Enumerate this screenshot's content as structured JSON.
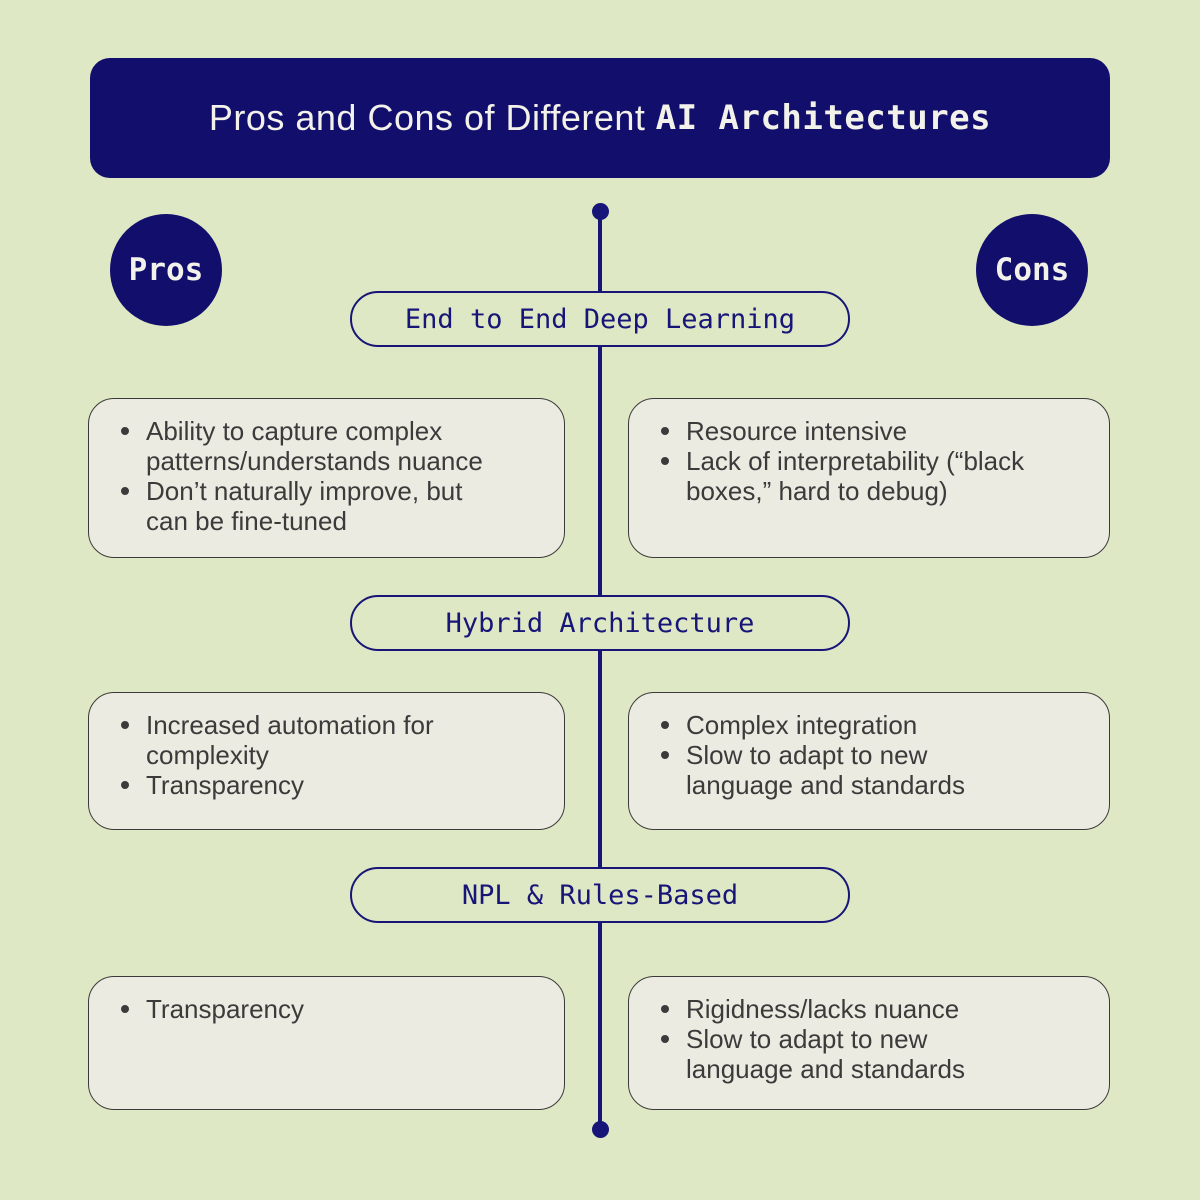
{
  "header": {
    "title_regular": "Pros and Cons of Different",
    "title_bold": "AI Architectures"
  },
  "badges": {
    "pros": "Pros",
    "cons": "Cons"
  },
  "sections": [
    {
      "label": "End to End Deep Learning",
      "pros": [
        "Ability to capture complex patterns/understands nuance",
        "Don’t naturally improve, but can be fine-tuned"
      ],
      "cons": [
        "Resource intensive",
        "Lack of interpretability (“black boxes,” hard to debug)"
      ]
    },
    {
      "label": "Hybrid Architecture",
      "pros": [
        "Increased automation for complexity",
        "Transparency"
      ],
      "cons": [
        "Complex integration",
        "Slow to adapt to new language and standards"
      ]
    },
    {
      "label": "NPL & Rules-Based",
      "pros": [
        "Transparency"
      ],
      "cons": [
        "Rigidness/lacks nuance",
        "Slow to adapt to new language and standards"
      ]
    }
  ],
  "colors": {
    "background": "#dfe8c4",
    "navy": "#120e6c",
    "line_navy": "#171578",
    "box_fill": "#ecebe1",
    "box_border": "#3a3a3a",
    "body_text": "#3b3b3b",
    "header_text": "#f2f1ea"
  }
}
